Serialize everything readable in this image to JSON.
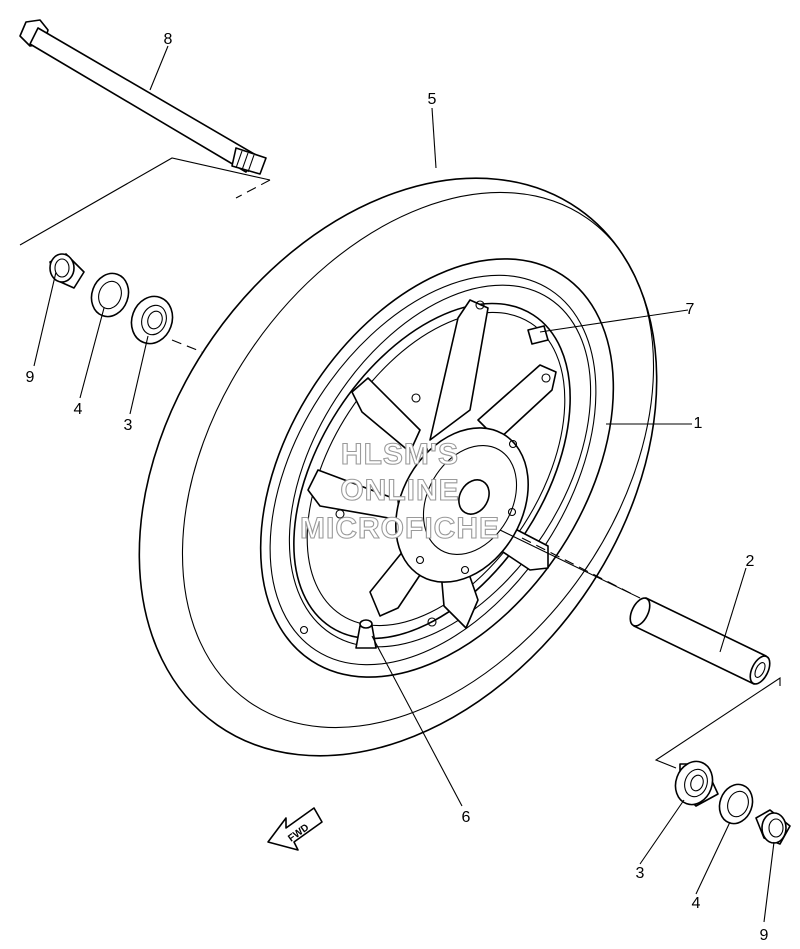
{
  "watermark": {
    "line1": "HLSM'S",
    "line2": "ONLINE",
    "line3": "MICROFICHE",
    "color": "#9a9a9a"
  },
  "direction_marker": {
    "label": "FWD"
  },
  "parts": {
    "wheel_rim": {
      "number": "1"
    },
    "axle_collar": {
      "number": "2"
    },
    "bearing_left": {
      "number": "3"
    },
    "oil_seal_left": {
      "number": "4"
    },
    "tire": {
      "number": "5"
    },
    "valve": {
      "number": "6"
    },
    "balance_weight": {
      "number": "7"
    },
    "axle_bolt": {
      "number": "8"
    },
    "spacer_left": {
      "number": "9"
    },
    "bearing_right": {
      "number": "3"
    },
    "oil_seal_right": {
      "number": "4"
    },
    "spacer_right": {
      "number": "9"
    }
  }
}
